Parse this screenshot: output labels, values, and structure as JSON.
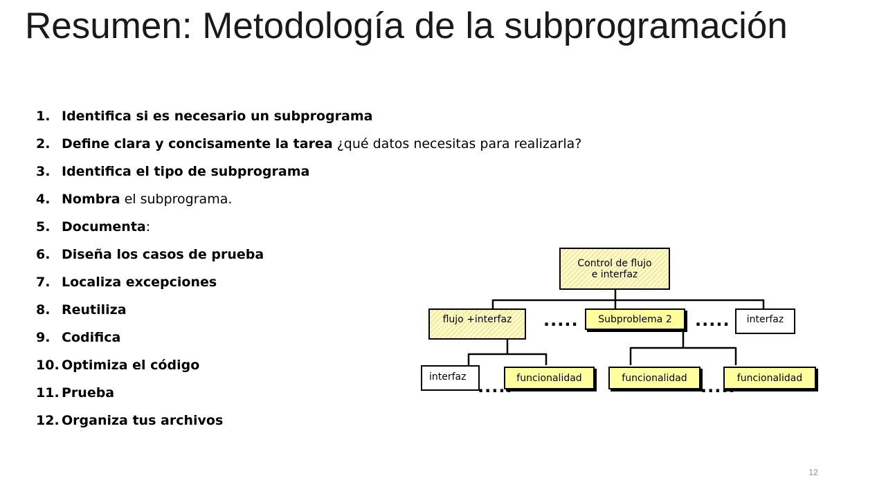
{
  "slide": {
    "title": "Resumen: Metodología de la subprogramación",
    "page_number": "12"
  },
  "steps": [
    {
      "num": "1.",
      "bold": "Identifica si es necesario un subprograma",
      "rest": ""
    },
    {
      "num": "2.",
      "bold": "Define clara y concisamente la tarea",
      "rest": " ¿qué datos necesitas para realizarla?"
    },
    {
      "num": "3.",
      "bold": "Identifica el tipo de subprograma",
      "rest": ""
    },
    {
      "num": "4.",
      "bold": "Nombra",
      "rest": " el subprograma."
    },
    {
      "num": "5.",
      "bold": "Documenta",
      "rest": ":"
    },
    {
      "num": "6.",
      "bold": "Diseña los casos de prueba",
      "rest": ""
    },
    {
      "num": "7.",
      "bold": "Localiza excepciones",
      "rest": ""
    },
    {
      "num": "8.",
      "bold": "Reutiliza",
      "rest": ""
    },
    {
      "num": "9.",
      "bold": "Codifica",
      "rest": ""
    },
    {
      "num": "10.",
      "bold": "Optimiza el código",
      "rest": ""
    },
    {
      "num": "11.",
      "bold": "Prueba",
      "rest": ""
    },
    {
      "num": "12.",
      "bold": "Organiza tus archivos",
      "rest": ""
    }
  ],
  "diagram": {
    "root": "Control de flujo e interfaz",
    "level1": {
      "left": "flujo +interfaz",
      "middle": "Subproblema 2",
      "right": "interfaz"
    },
    "level2": {
      "a": "interfaz",
      "b": "funcionalidad",
      "c": "funcionalidad",
      "d": "funcionalidad"
    },
    "ellipsis": "....."
  }
}
